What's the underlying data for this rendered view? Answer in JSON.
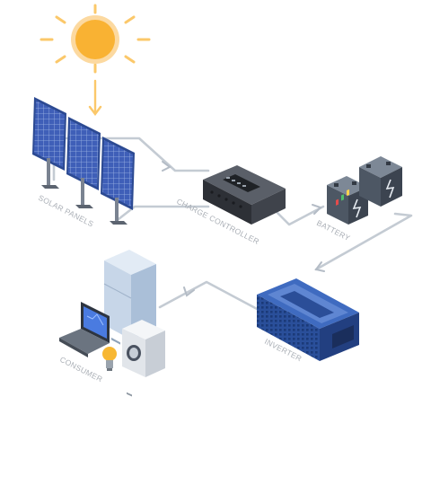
{
  "diagram": {
    "nodes": {
      "solar_panels": {
        "label": "SOLAR PANELS",
        "icon": "solar-panel-icon"
      },
      "charge_controller": {
        "label": "CHARGE CONTROLLER",
        "icon": "charge-controller-icon"
      },
      "battery": {
        "label": "BATTERY",
        "icon": "battery-icon"
      },
      "inverter": {
        "label": "INVERTER",
        "icon": "inverter-icon"
      },
      "consumer": {
        "label": "CONSUMER",
        "icon": "appliances-icon"
      }
    },
    "flow": [
      "sun",
      "solar_panels",
      "charge_controller",
      "battery",
      "inverter",
      "consumer"
    ]
  },
  "colors": {
    "sun": "#f9b233",
    "sun_rays": "#fbc86a",
    "panel_blue": "#3f5fb8",
    "connector": "#c4cbd3",
    "controller": "#3a3d44",
    "battery": "#4d5764",
    "inverter": "#2a4f9a",
    "label": "#a9aeb5"
  }
}
